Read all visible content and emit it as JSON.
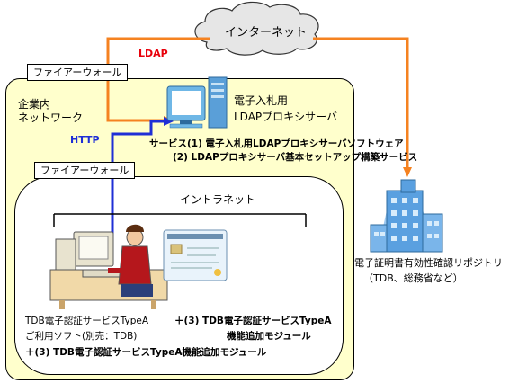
{
  "internet": {
    "label": "インターネット"
  },
  "protocols": {
    "ldap": "LDAP",
    "http": "HTTP"
  },
  "firewall_top": {
    "label": "ファイアーウォール"
  },
  "firewall_mid": {
    "label": "ファイアーウォール"
  },
  "corporate": {
    "label_line1": "企業内",
    "label_line2": "ネットワーク"
  },
  "intranet": {
    "label": "イントラネット"
  },
  "proxy_server": {
    "label_line1": "電子入札用",
    "label_line2": "LDAPプロキシサーバ"
  },
  "services": {
    "line1": "サービス(1) 電子入札用LDAPプロキシサーバソフトウェア",
    "line2": "(2) LDAPプロキシサーバ基本セットアップ構築サービス"
  },
  "repository": {
    "label_line1": "電子証明書有効性確認リポジトリ",
    "label_line2": "（TDB、総務省など）"
  },
  "client": {
    "line1": "TDB電子認証サービスTypeA",
    "line2": "ご利用ソフト(別売：TDB)",
    "line3": "＋(3) TDB電子認証サービスTypeA機能追加モジュール",
    "module_line1": "＋(3) TDB電子認証サービスTypeA",
    "module_line2": "機能追加モジュール"
  },
  "colors": {
    "ldap_line": "#f58220",
    "http_line": "#1f2fd6",
    "ldap_text": "#e8000b",
    "http_text": "#1f2fd6",
    "corporate_fill": "#ffffcc",
    "intranet_fill": "#ffffff"
  }
}
